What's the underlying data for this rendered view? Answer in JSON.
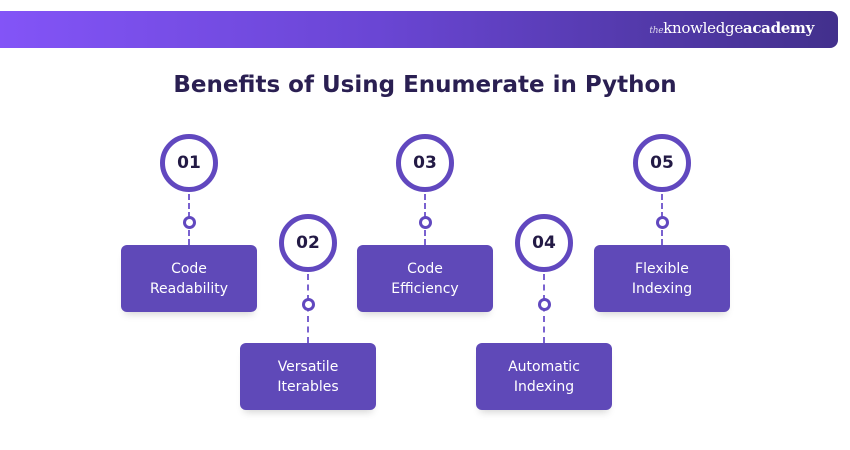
{
  "brand": {
    "prefix": "the",
    "middle": "knowledge",
    "suffix": "academy"
  },
  "title": "Benefits of Using Enumerate in Python",
  "items": [
    {
      "number": "01",
      "line1": "Code",
      "line2": "Readability"
    },
    {
      "number": "02",
      "line1": "Versatile",
      "line2": "Iterables"
    },
    {
      "number": "03",
      "line1": "Code",
      "line2": "Efficiency"
    },
    {
      "number": "04",
      "line1": "Automatic",
      "line2": "Indexing"
    },
    {
      "number": "05",
      "line1": "Flexible",
      "line2": "Indexing"
    }
  ],
  "colors": {
    "accent": "#5f49b8",
    "title": "#2a1f52"
  }
}
